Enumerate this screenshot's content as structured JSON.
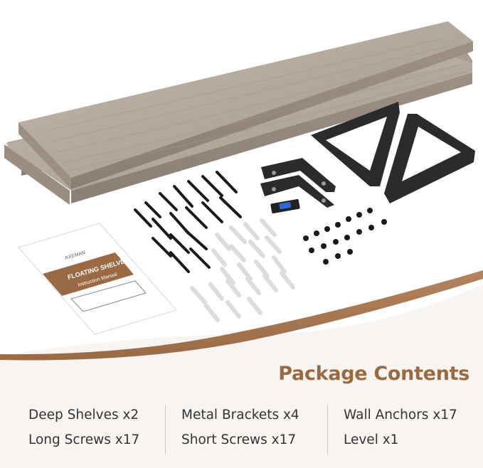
{
  "manual": {
    "brand": "AXEMAN",
    "title": "FLOATING SHELVES",
    "subtitle": "Instruction Manual"
  },
  "heading": "Package Contents",
  "colors": {
    "accent": "#9a6a45",
    "wave": "#b3845e",
    "cream": "#f8f4f2",
    "wood": "#b9afa4",
    "metal": "#2b2b2b"
  },
  "contents": [
    [
      "Deep Shelves x2",
      "Metal Brackets x4",
      "Wall Anchors x17"
    ],
    [
      "Long Screws x17",
      "Short Screws x17",
      "Level x1"
    ]
  ]
}
